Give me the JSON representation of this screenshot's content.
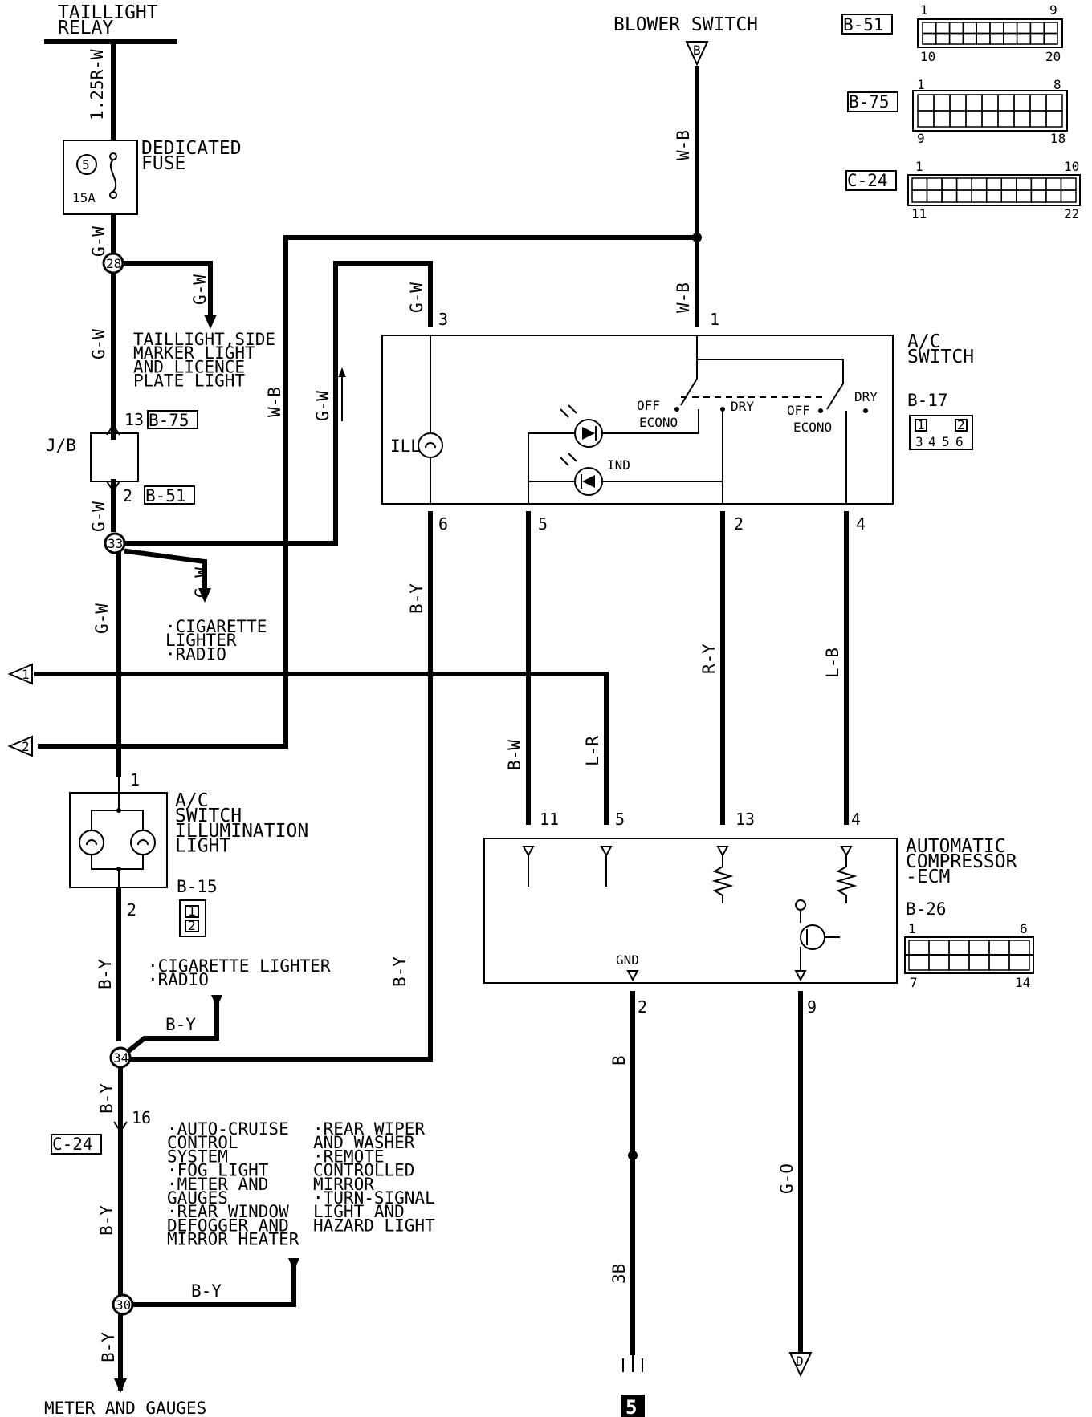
{
  "page_number": "5",
  "taillight_relay": "TAILLIGHT\nRELAY",
  "blower_switch": "BLOWER SWITCH",
  "blower_conn": "B",
  "fuse": {
    "title": "DEDICATED\nFUSE",
    "number": "5",
    "rating": "15A"
  },
  "wires": {
    "r_w": "1.25R-W",
    "g_w": "G-W",
    "w_b": "W-B",
    "b_y": "B-Y",
    "b_w": "B-W",
    "l_r": "L-R",
    "r_y": "R-Y",
    "l_b": "L-B",
    "b": "B",
    "g_o": "G-O"
  },
  "junctions": {
    "j28": "28",
    "j33": "33",
    "j34": "34",
    "j30": "30"
  },
  "branches": {
    "taillight": "TAILLIGHT,SIDE\nMARKER LIGHT\nAND LICENCE\nPLATE LIGHT",
    "cig_radio_1": "·CIGARETTE\nLIGHTER\n·RADIO",
    "cig_radio_2": "·CIGARETTE LIGHTER\n·RADIO",
    "list_left": "·AUTO-CRUISE\nCONTROL\nSYSTEM\n·FOG LIGHT\n·METER AND\nGAUGES\n·REAR WINDOW\nDEFOGGER AND\nMIRROR HEATER",
    "list_right": "·REAR WIPER\nAND WASHER\n·REMOTE\nCONTROLLED\nMIRROR\n·TURN-SIGNAL\nLIGHT AND\nHAZARD LIGHT",
    "meter": "METER AND GAUGES"
  },
  "jb": {
    "label": "J/B",
    "pin_top": "13",
    "conn_top": "B-75",
    "pin_bottom": "2",
    "conn_bottom": "B-51"
  },
  "offpage": {
    "one": "1",
    "two": "2",
    "d": "D"
  },
  "ac_switch": {
    "title": "A/C\nSWITCH",
    "conn": "B-17",
    "pins_top": [
      "3",
      "1"
    ],
    "pins_bottom": [
      "6",
      "5",
      "2",
      "4"
    ],
    "ill": "ILL",
    "ind": "IND",
    "off": "OFF",
    "econo": "ECONO",
    "dry": "DRY"
  },
  "illum_light": {
    "title": "A/C\nSWITCH\nILLUMINATION\nLIGHT",
    "conn": "B-15",
    "pin_top": "1",
    "pin_bottom": "2"
  },
  "c24": {
    "conn": "C-24",
    "pin": "16"
  },
  "ecm": {
    "title": "AUTOMATIC\nCOMPRESSOR\n-ECM",
    "conn": "B-26",
    "pins_top": [
      "11",
      "5",
      "13",
      "4"
    ],
    "gnd": "GND",
    "pins_bottom": [
      "2",
      "9"
    ],
    "connector_pins": [
      "1",
      "6",
      "7",
      "14"
    ]
  },
  "ground": "3B",
  "connectors": [
    {
      "name": "B-51",
      "pins": [
        "1",
        "9",
        "10",
        "20"
      ]
    },
    {
      "name": "B-75",
      "pins": [
        "1",
        "8",
        "9",
        "18"
      ]
    },
    {
      "name": "C-24",
      "pins": [
        "1",
        "10",
        "11",
        "22"
      ]
    }
  ],
  "b17_pins": [
    "1",
    "2",
    "3",
    "4",
    "5",
    "6"
  ],
  "b15_pins": [
    "1",
    "2"
  ]
}
